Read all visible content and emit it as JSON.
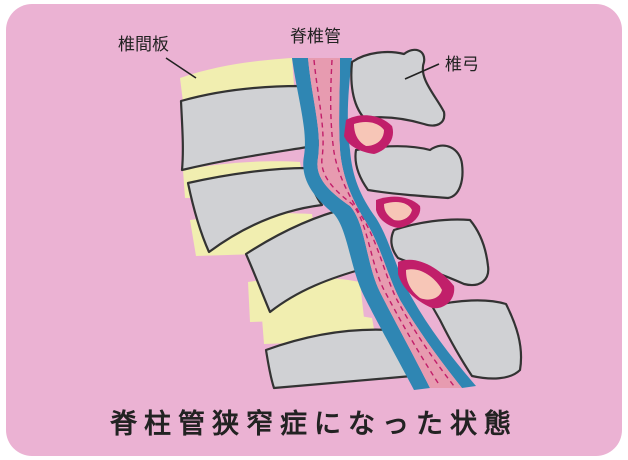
{
  "diagram": {
    "labels": {
      "disc": "椎間板",
      "canal": "脊椎管",
      "arch": "椎弓"
    },
    "caption": "脊柱管狭窄症になった状態",
    "colors": {
      "background": "#ebb2d3",
      "vertebra": "#d0d1d4",
      "disc": "#f1eeb0",
      "canal_wall": "#2f86b3",
      "spinal_cord": "#e79bb0",
      "ligament": "#c11f6a",
      "ligament_core": "#f7c6b7",
      "outline": "#333333"
    }
  }
}
